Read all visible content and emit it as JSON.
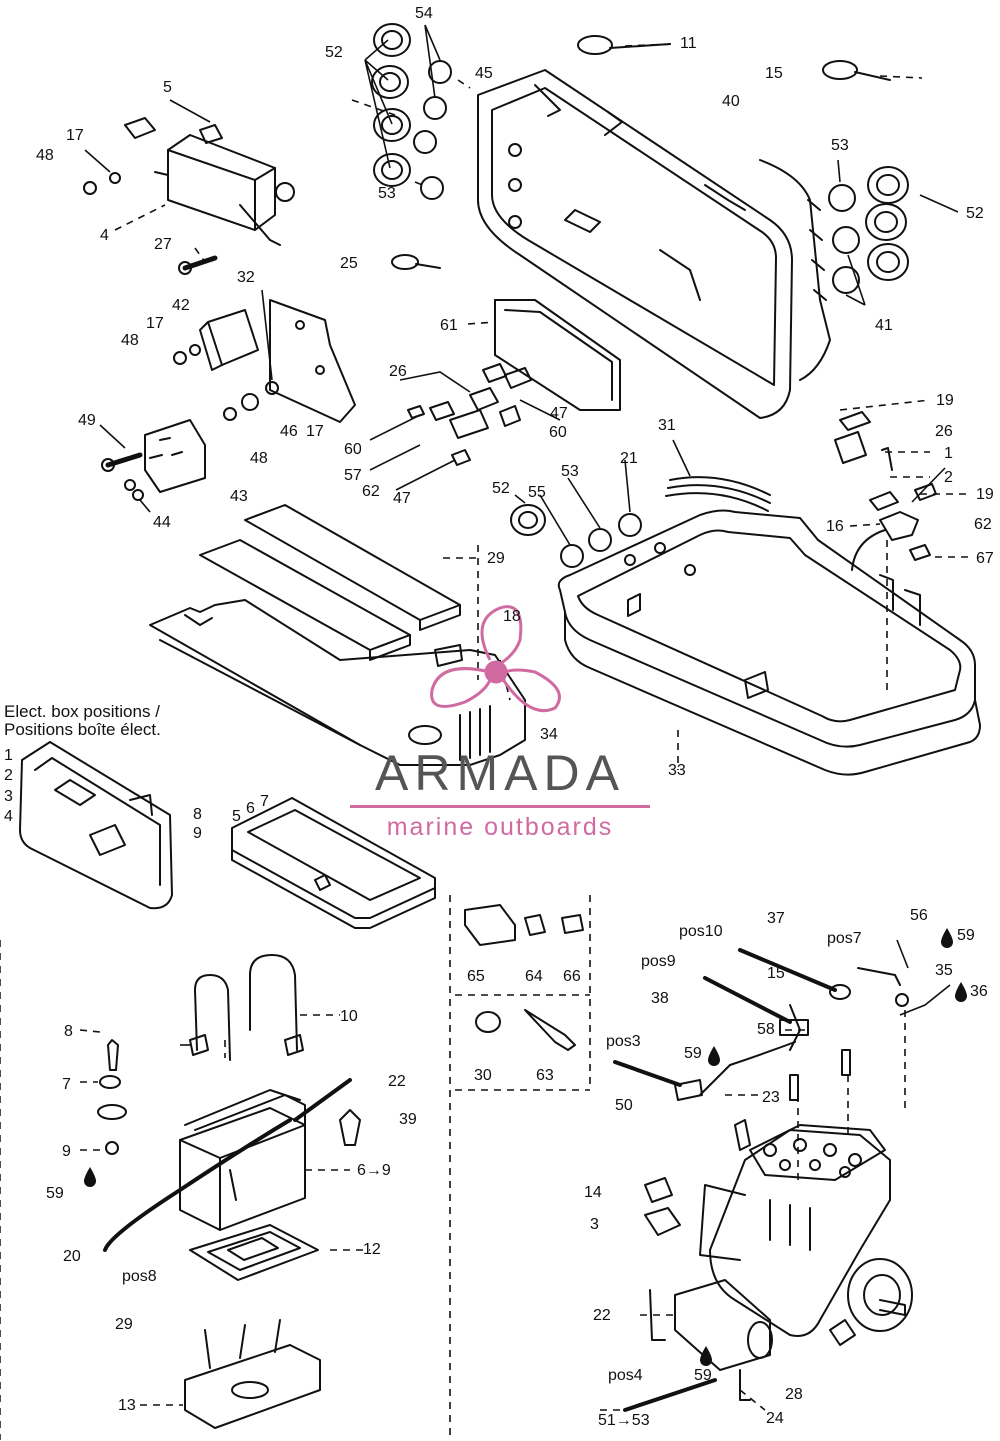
{
  "heading": {
    "line1": "Elect. box positions /",
    "line2": "Positions boîte élect."
  },
  "brand": {
    "name": "ARMADA",
    "tagline": "marine outboards",
    "accent_color": "#d06aa0",
    "text_color": "#555555"
  },
  "labels": {
    "l54": "54",
    "l11": "11",
    "l52a": "52",
    "l45": "45",
    "l15a": "15",
    "l40": "40",
    "l5": "5",
    "l17a": "17",
    "l48a": "48",
    "l53a": "53",
    "l52b": "52",
    "l4": "4",
    "l27": "27",
    "l25": "25",
    "l32": "32",
    "l42": "42",
    "l17b": "17",
    "l48b": "48",
    "l61": "61",
    "l41": "41",
    "l26a": "26",
    "l19a": "19",
    "l49": "49",
    "l47a": "47",
    "l60a": "60",
    "l31": "31",
    "l26b": "26",
    "l1a": "1",
    "l46": "46",
    "l17c": "17",
    "l48c": "48",
    "l60b": "60",
    "l21": "21",
    "l2a": "2",
    "l19b": "19",
    "l57": "57",
    "l53b": "53",
    "l62a": "62",
    "l47b": "47",
    "l43": "43",
    "l44": "44",
    "l52c": "52",
    "l55": "55",
    "l16": "16",
    "l62b": "62",
    "l29a": "29",
    "l67": "67",
    "l18": "18",
    "l34": "34",
    "l33": "33",
    "p1": "1",
    "p2": "2",
    "p3": "3",
    "p4": "4",
    "p5": "5",
    "p6": "6",
    "p7": "7",
    "p8": "8",
    "p9": "9",
    "l65": "65",
    "l64": "64",
    "l66": "66",
    "l37": "37",
    "lpos10": "pos10",
    "l56": "56",
    "lpos7": "pos7",
    "l59a": "59",
    "l35": "35",
    "l36": "36",
    "lpos9": "pos9",
    "l15b": "15",
    "l38": "38",
    "l58": "58",
    "l30": "30",
    "l63": "63",
    "lpos3": "pos3",
    "l59b": "59",
    "l50": "50",
    "l23": "23",
    "l10": "10",
    "l8": "8",
    "l7": "7",
    "l22a": "22",
    "l39": "39",
    "l9": "9",
    "l6to9": "6→9",
    "l59c": "59",
    "l14": "14",
    "l3": "3",
    "l20": "20",
    "lpos8": "pos8",
    "l12": "12",
    "l29b": "29",
    "l22b": "22",
    "l13": "13",
    "l59d": "59",
    "l28": "28",
    "lpos4": "pos4",
    "l51to53": "51→53",
    "l24": "24"
  },
  "icons": {
    "drop": "oil-drop-icon",
    "propeller": "propeller-logo-icon"
  }
}
